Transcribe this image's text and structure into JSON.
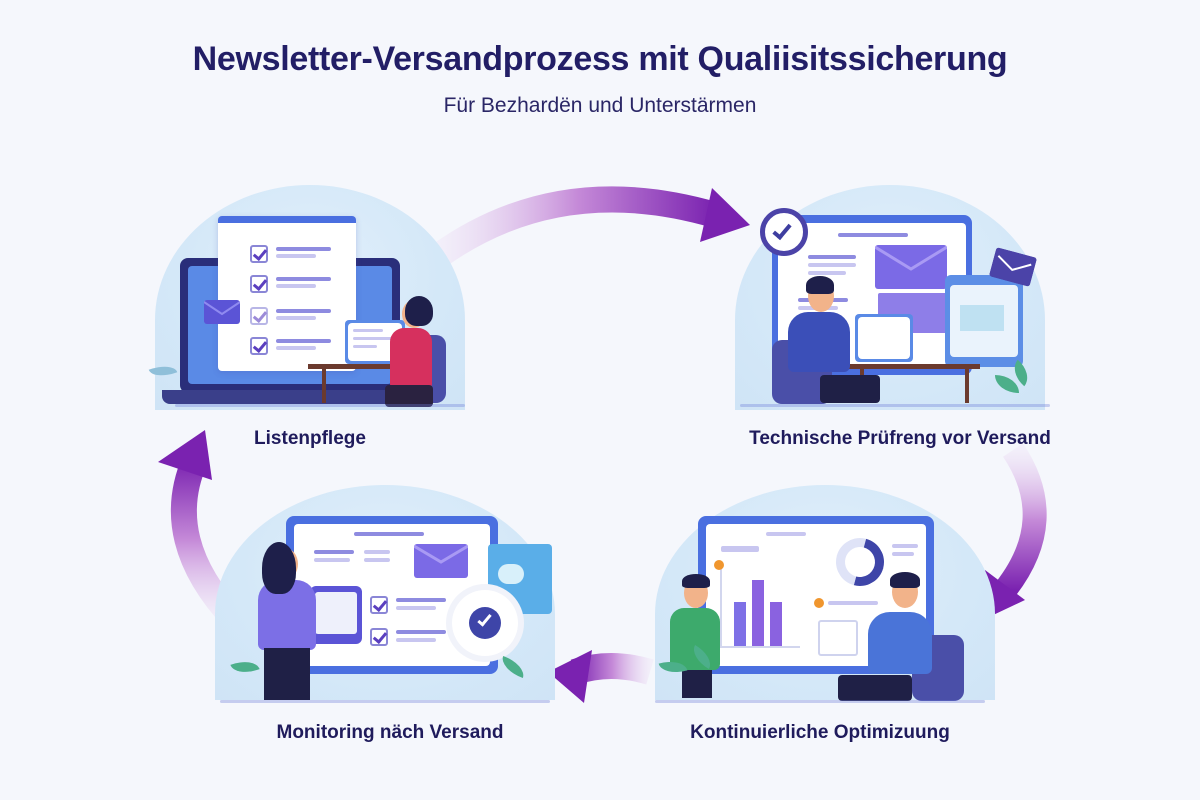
{
  "header": {
    "title": "Newsletter-Versandprozess mit Qualiisitssicherung",
    "subtitle": "Für Bezhardën und Unterstärmen"
  },
  "steps": [
    {
      "label": "Listenpflege",
      "position": "top-left",
      "illustration": "laptop-checklist-woman"
    },
    {
      "label": "Technische Prüfreng vor Versand",
      "position": "top-right",
      "illustration": "man-desk-email-clock"
    },
    {
      "label": "Kontinuierliche Optimizuung",
      "position": "bottom-right",
      "illustration": "dashboard-bar-chart-donut"
    },
    {
      "label": "Monitoring näch Versand",
      "position": "bottom-left",
      "illustration": "woman-monitor-gear-check"
    }
  ],
  "arrows": [
    {
      "from": "Listenpflege",
      "to": "Technische Prüfreng vor Versand",
      "direction": "right"
    },
    {
      "from": "Technische Prüfreng vor Versand",
      "to": "Kontinuierliche Optimizuung",
      "direction": "down"
    },
    {
      "from": "Kontinuierliche Optimizuung",
      "to": "Monitoring näch Versand",
      "direction": "left"
    },
    {
      "from": "Monitoring näch Versand",
      "to": "Listenpflege",
      "direction": "up"
    }
  ],
  "colors": {
    "background": "#f5f7fc",
    "title": "#221e66",
    "arrow_start": "#e8d6f2",
    "arrow_end": "#7a22b0",
    "monitor": "#4a6fe0",
    "accent_purple": "#7b5ce0"
  },
  "chart_preview": {
    "bars": [
      3,
      5,
      3
    ]
  }
}
